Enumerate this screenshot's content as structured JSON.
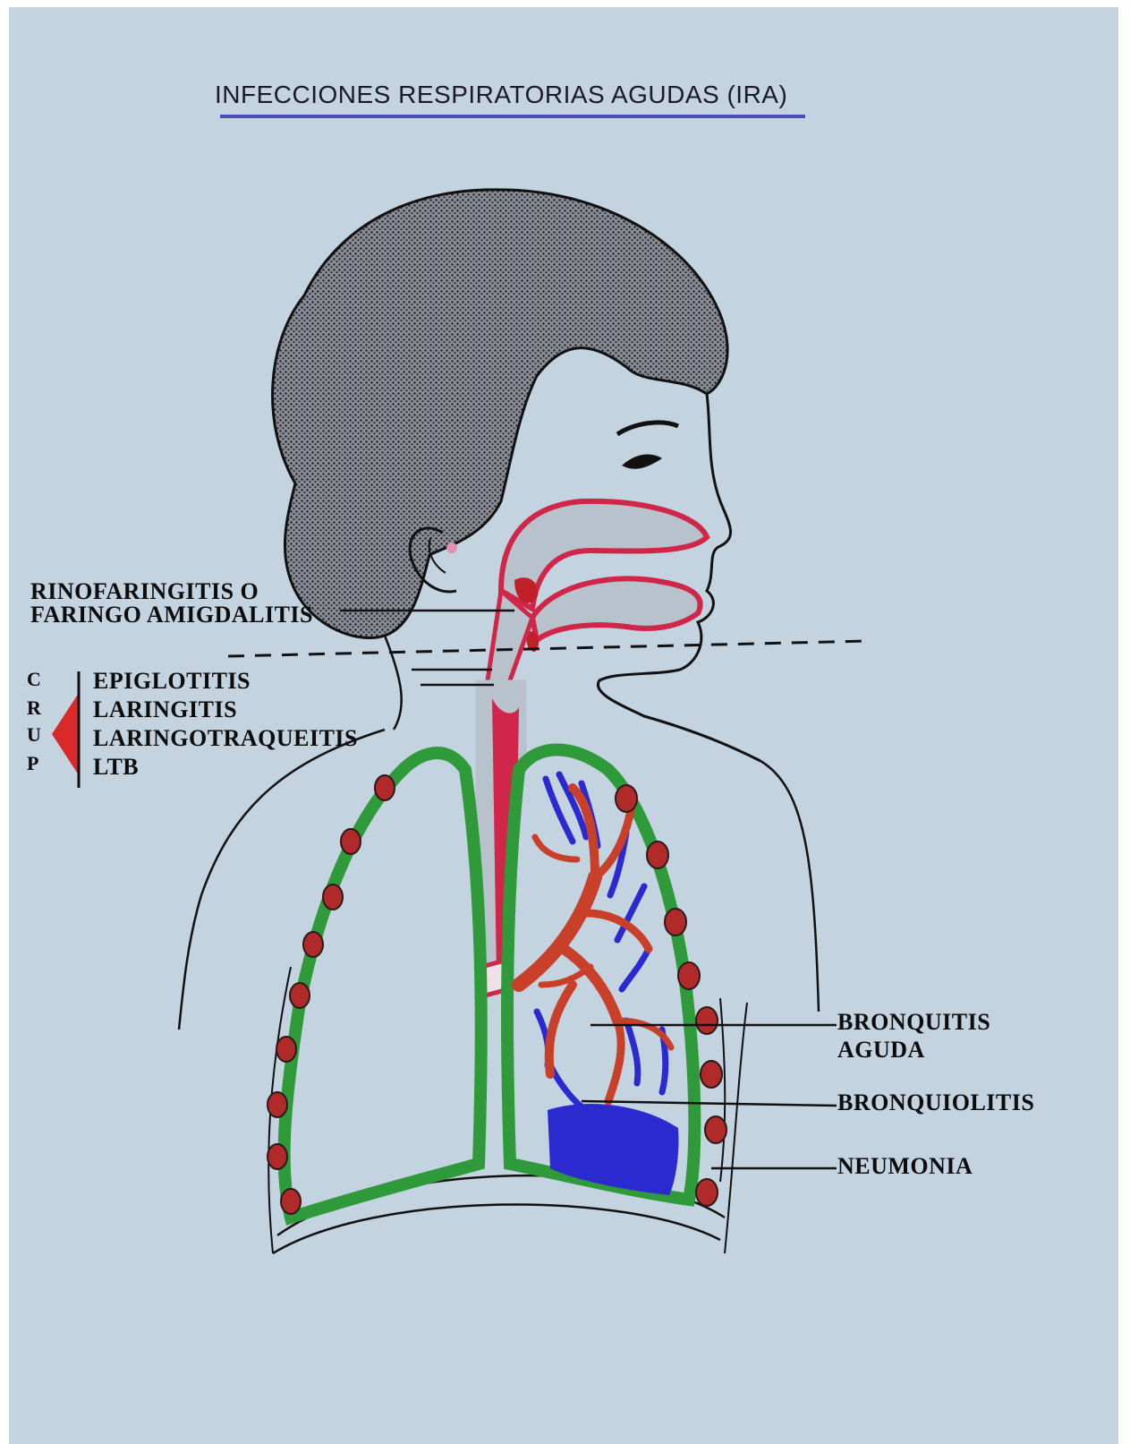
{
  "title": "INFECCIONES RESPIRATORIAS AGUDAS (IRA)",
  "labels": {
    "rinofaringitis": "RINOFARINGITIS O",
    "faringo": "FARINGO AMIGDALITIS",
    "epiglotitis": "EPIGLOTITIS",
    "laringitis": "LARINGITIS",
    "laringotraqueitis": "LARINGOTRAQUEITIS",
    "ltb": "LTB",
    "bronquitis": "BRONQUITIS",
    "aguda": "AGUDA",
    "bronquiolitis": "BRONQUIOLITIS",
    "neumonia": "NEUMONIA"
  },
  "crup": [
    "C",
    "R",
    "U",
    "P"
  ],
  "colors": {
    "background": "#c4d3e0",
    "title_rule": "#4a4ec0",
    "lung_outline": "#2e9a3a",
    "airway": "#d0264a",
    "bronchi": "#c8402a",
    "bronchioles": "#2a2ad0",
    "lymph_nodes": "#b02a2a",
    "crup_arrow": "#d82a2a"
  }
}
